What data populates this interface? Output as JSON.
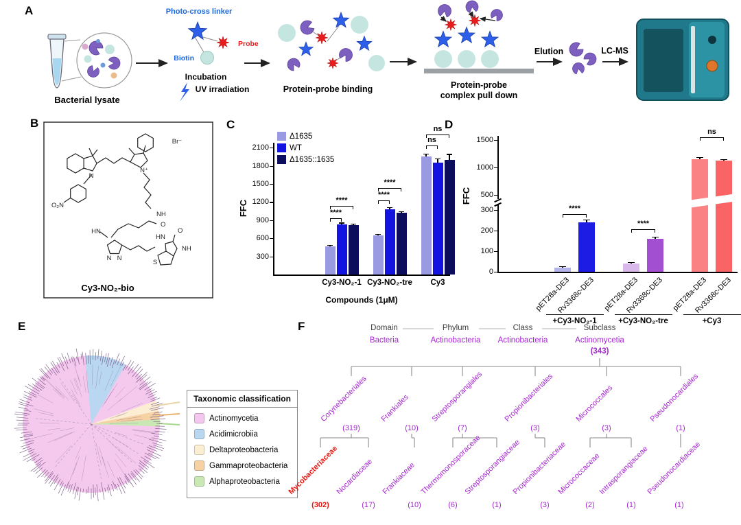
{
  "panels": {
    "a": "A",
    "b": "B",
    "c": "C",
    "d": "D",
    "e": "E",
    "f": "F"
  },
  "panelA": {
    "bacterial_lysate": "Bacterial lysate",
    "photo_cross_linker": "Photo-cross linker",
    "biotin": "Biotin",
    "probe": "Probe",
    "incubation": "Incubation",
    "uv_irradiation": "UV irradiation",
    "protein_probe_binding": "Protein-probe binding",
    "pull_down_line1": "Protein-probe",
    "pull_down_line2": "complex pull down",
    "elution": "Elution",
    "lcms": "LC-MS"
  },
  "panelB": {
    "compound_name": "Cy3-NO₂-bio",
    "atoms": {
      "no2": "O₂N",
      "br": "Br⁻",
      "n": "N",
      "n_plus": "N⁺",
      "nh": "NH",
      "hn": "HN",
      "o": "O",
      "s": "S"
    }
  },
  "chart_data": [
    {
      "id": "C",
      "type": "bar",
      "ylabel": "FFC",
      "xlabel": "Compounds (1μM)",
      "ylim": [
        0,
        2200
      ],
      "yticks": [
        300,
        600,
        900,
        1200,
        1500,
        1800,
        2100
      ],
      "categories": [
        "Cy3-NO₂-1",
        "Cy3-NO₂-tre",
        "Cy3"
      ],
      "series": [
        {
          "name": "Δ1635",
          "color": "#9a9ae2",
          "values": [
            470,
            650,
            1950
          ],
          "errors": [
            20,
            25,
            55
          ]
        },
        {
          "name": "WT",
          "color": "#1414e0",
          "values": [
            830,
            1080,
            1850
          ],
          "errors": [
            30,
            35,
            75
          ]
        },
        {
          "name": "Δ1635::1635",
          "color": "#0d0d5e",
          "values": [
            820,
            1020,
            1900
          ],
          "errors": [
            25,
            30,
            95
          ]
        }
      ],
      "significance": [
        {
          "group": "Cy3-NO₂-1",
          "label": "****"
        },
        {
          "group": "Cy3-NO₂-1",
          "label": "****"
        },
        {
          "group": "Cy3-NO₂-tre",
          "label": "****"
        },
        {
          "group": "Cy3-NO₂-tre",
          "label": "****"
        },
        {
          "group": "Cy3",
          "label": "ns"
        },
        {
          "group": "Cy3",
          "label": "ns"
        }
      ],
      "legend_position": "top-left",
      "grid": false
    },
    {
      "id": "D",
      "type": "bar",
      "ylabel": "FFC",
      "axis_break": {
        "lower_range": [
          0,
          300
        ],
        "upper_range": [
          500,
          1500
        ]
      },
      "yticks_lower": [
        0,
        100,
        200,
        300
      ],
      "yticks_upper": [
        500,
        1000,
        1500
      ],
      "groups": [
        "+Cy3-NO₂-1",
        "+Cy3-NO₂-tre",
        "+Cy3"
      ],
      "bars": [
        {
          "x": "pET28a-DE3",
          "group": "+Cy3-NO₂-1",
          "value": 20,
          "error": 6,
          "color": "#b4b4ea"
        },
        {
          "x": "Rv3368c-DE3",
          "group": "+Cy3-NO₂-1",
          "value": 240,
          "error": 14,
          "color": "#1c1ce4"
        },
        {
          "x": "pET28a-DE3",
          "group": "+Cy3-NO₂-tre",
          "value": 40,
          "error": 7,
          "color": "#d9b8ec"
        },
        {
          "x": "Rv3368c-DE3",
          "group": "+Cy3-NO₂-tre",
          "value": 160,
          "error": 9,
          "color": "#a34fd2"
        },
        {
          "x": "pET28a-DE3",
          "group": "+Cy3",
          "value": 1150,
          "error": 40,
          "color": "#fa8282"
        },
        {
          "x": "Rv3368c-DE3",
          "group": "+Cy3",
          "value": 1120,
          "error": 30,
          "color": "#fa6464"
        }
      ],
      "significance": [
        {
          "pair": [
            "pET28a-DE3",
            "Rv3368c-DE3"
          ],
          "group": "+Cy3-NO₂-1",
          "label": "****"
        },
        {
          "pair": [
            "pET28a-DE3",
            "Rv3368c-DE3"
          ],
          "group": "+Cy3-NO₂-tre",
          "label": "****"
        },
        {
          "pair": [
            "pET28a-DE3",
            "Rv3368c-DE3"
          ],
          "group": "+Cy3",
          "label": "ns"
        }
      ],
      "grid": false
    }
  ],
  "panelE": {
    "legend_title": "Taxonomic classification",
    "legend": [
      {
        "label": "Actinomycetia",
        "color": "#f4c7ee"
      },
      {
        "label": "Acidimicrobiia",
        "color": "#b9d7f0"
      },
      {
        "label": "Deltaproteobacteria",
        "color": "#fbeed3"
      },
      {
        "label": "Gammaproteobacteria",
        "color": "#f6d1a3"
      },
      {
        "label": "Alphaproteobacteria",
        "color": "#c9e8b4"
      }
    ]
  },
  "panelF": {
    "text_color": "#a425cf",
    "highlight_color": "#e8150f",
    "headers": [
      "Domain",
      "Phylum",
      "Class",
      "Subclass"
    ],
    "root": {
      "domain": "Bacteria",
      "phylum": "Actinobacteria",
      "class": "Actinobacteria",
      "subclass": "Actinomycetia",
      "subclass_count": "(343)"
    },
    "orders": [
      {
        "name": "Corynebacteriales",
        "count": "(319)"
      },
      {
        "name": "Frankiales",
        "count": "(10)"
      },
      {
        "name": "Streptosporangiales",
        "count": "(7)"
      },
      {
        "name": "Propionibacteriales",
        "count": "(3)"
      },
      {
        "name": "Micrococcales",
        "count": "(3)"
      },
      {
        "name": "Pseudonocardiales",
        "count": "(1)"
      }
    ],
    "families": [
      {
        "name": "Mycobacteriaceae",
        "count": "(302)",
        "highlight": true
      },
      {
        "name": "Nocardiaceae",
        "count": "(17)",
        "highlight": false
      },
      {
        "name": "Frankiaceae",
        "count": "(10)",
        "highlight": false
      },
      {
        "name": "Thermomonosporaceae",
        "count": "(6)",
        "highlight": false
      },
      {
        "name": "Streptosporangiaceae",
        "count": "(1)",
        "highlight": false
      },
      {
        "name": "Propionibacteriaceae",
        "count": "(3)",
        "highlight": false
      },
      {
        "name": "Micrococcaceae",
        "count": "(2)",
        "highlight": false
      },
      {
        "name": "Intrasporangiaceae",
        "count": "(1)",
        "highlight": false
      },
      {
        "name": "Pseudonocardiaceae",
        "count": "(1)",
        "highlight": false
      }
    ]
  }
}
